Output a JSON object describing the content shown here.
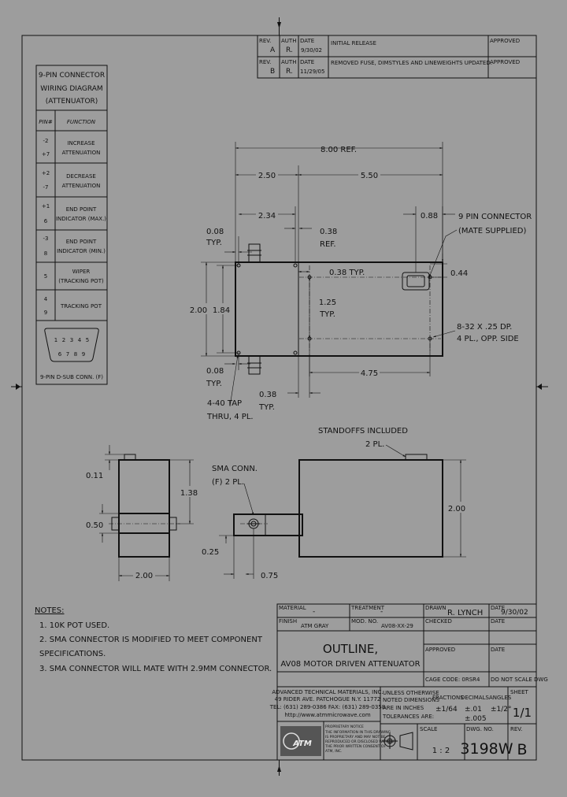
{
  "revisions": {
    "headers": {
      "rev": "REV.",
      "auth": "AUTH",
      "date": "DATE",
      "approved": "APPROVED"
    },
    "rows": [
      {
        "rev": "A",
        "auth": "R.",
        "date": "9/30/02",
        "desc": "INITIAL RELEASE"
      },
      {
        "rev": "B",
        "auth": "R.",
        "date": "11/29/05",
        "desc": "REMOVED FUSE, DIMSTYLES AND LINEWEIGHTS UPDATED."
      }
    ]
  },
  "wiring": {
    "title": [
      "9-PIN CONNECTOR",
      "WIRING DIAGRAM",
      "(ATTENUATOR)"
    ],
    "col_pin": "PIN#",
    "col_function": "FUNCTION",
    "rows": [
      {
        "pins": [
          "-2",
          "+7"
        ],
        "func": [
          "INCREASE",
          "ATTENUATION"
        ]
      },
      {
        "pins": [
          "+2",
          "-7"
        ],
        "func": [
          "DECREASE",
          "ATTENUATION"
        ]
      },
      {
        "pins": [
          "+1",
          "6"
        ],
        "func": [
          "END POINT",
          "INDICATOR (MAX.)"
        ]
      },
      {
        "pins": [
          "-3",
          "8"
        ],
        "func": [
          "END POINT",
          "INDICATOR (MIN.)"
        ]
      },
      {
        "pins": [
          "5"
        ],
        "func": [
          "WIPER",
          "(TRACKING POT)"
        ]
      },
      {
        "pins": [
          "4",
          "9"
        ],
        "func": [
          "TRACKING POT"
        ]
      }
    ],
    "pin_top": [
      "1",
      "2",
      "3",
      "4",
      "5"
    ],
    "pin_bot": [
      "6",
      "7",
      "8",
      "9"
    ],
    "connector_label": "9-PIN D-SUB CONN. (F)"
  },
  "top_view": {
    "d_overall": "8.00 REF.",
    "d_250": "2.50",
    "d_550": "5.50",
    "d_234": "2.34",
    "d_088": "0.88",
    "pin_conn": [
      "9 PIN CONNECTOR",
      "(MATE SUPPLIED)"
    ],
    "d_008_top": [
      "0.08",
      "TYP."
    ],
    "d_038_ref": [
      "0.38",
      "REF."
    ],
    "d_038_typ": "0.38 TYP.",
    "d_044": "0.44",
    "d_200": "2.00",
    "d_184": "1.84",
    "d_125": [
      "1.25",
      "TYP."
    ],
    "tap_832": [
      "8-32 X .25 DP.",
      "4 PL., OPP. SIDE"
    ],
    "d_008_bot": [
      "0.08",
      "TYP."
    ],
    "d_475": "4.75",
    "tap_440": [
      "4-40 TAP",
      "THRU, 4 PL."
    ],
    "d_038_bot": [
      "0.38",
      "TYP."
    ]
  },
  "side_view": {
    "d_011": "0.11",
    "d_138": "1.38",
    "sma": [
      "SMA CONN.",
      "(F) 2 PL."
    ],
    "d_050": "0.50",
    "d_025": "0.25",
    "d_075": "0.75",
    "d_200": "2.00"
  },
  "right_view": {
    "standoffs": [
      "STANDOFFS INCLUDED",
      "2 PL."
    ],
    "d_200": "2.00"
  },
  "notes": {
    "title": "NOTES:",
    "items": [
      "1.  10K POT USED.",
      "2.  SMA CONNECTOR IS MODIFIED TO MEET COMPONENT",
      "      SPECIFICATIONS.",
      "3.  SMA CONNECTOR WILL MATE WITH 2.9MM CONNECTOR."
    ]
  },
  "title_block": {
    "material_label": "MATERIAL",
    "material": "-",
    "treatment_label": "TREATMENT",
    "treatment": "-",
    "drawn_label": "DRAWN",
    "drawn": "R. LYNCH",
    "date_label": "DATE",
    "drawn_date": "9/30/02",
    "finish_label": "FINISH",
    "finish": "ATM GRAY",
    "model_label": "MOD. NO.",
    "model": "AV08-XX-29",
    "checked_label": "CHECKED",
    "approved_label": "APPROVED",
    "title1": "OUTLINE,",
    "title2": "AV08 MOTOR DRIVEN ATTENUATOR",
    "cage": "CAGE CODE:  0RSR4",
    "no_scale": "DO NOT SCALE DWG",
    "company": [
      "ADVANCED TECHNICAL MATERIALS, INC.",
      "49 RIDER AVE. PATCHOGUE N.Y. 11772",
      "TEL: (631) 289-0386  FAX: (631) 289-0358",
      "http://www.atmmicrowave.com"
    ],
    "proprietary": [
      "PROPRIETARY NOTICE",
      "THE INFORMATION IN THIS DRAWING",
      "IS PROPRIETARY AND MAY NOT BE",
      "REPRODUCED OR DISCLOSED WITHOUT",
      "THE PRIOR WRITTEN CONSENT OF",
      "ATM, INC."
    ],
    "logo": "ATM",
    "tolerance_note": [
      "UNLESS OTHERWISE",
      "NOTED DIMENSIONS",
      "ARE IN INCHES",
      "TOLERANCES ARE:"
    ],
    "fractions_label": "FRACTIONS",
    "fractions": "±1/64",
    "decimals_label": "DECIMALS",
    "decimals": [
      "±.01",
      "±.005"
    ],
    "angles_label": "ANGLES",
    "angles": "±1/2°",
    "sheet_label": "SHEET",
    "sheet": "1/1",
    "scale_label": "SCALE",
    "scale": "1 : 2",
    "dwg_label": "DWG. NO.",
    "dwg": "3198W",
    "rev_label": "REV.",
    "rev": "B"
  }
}
